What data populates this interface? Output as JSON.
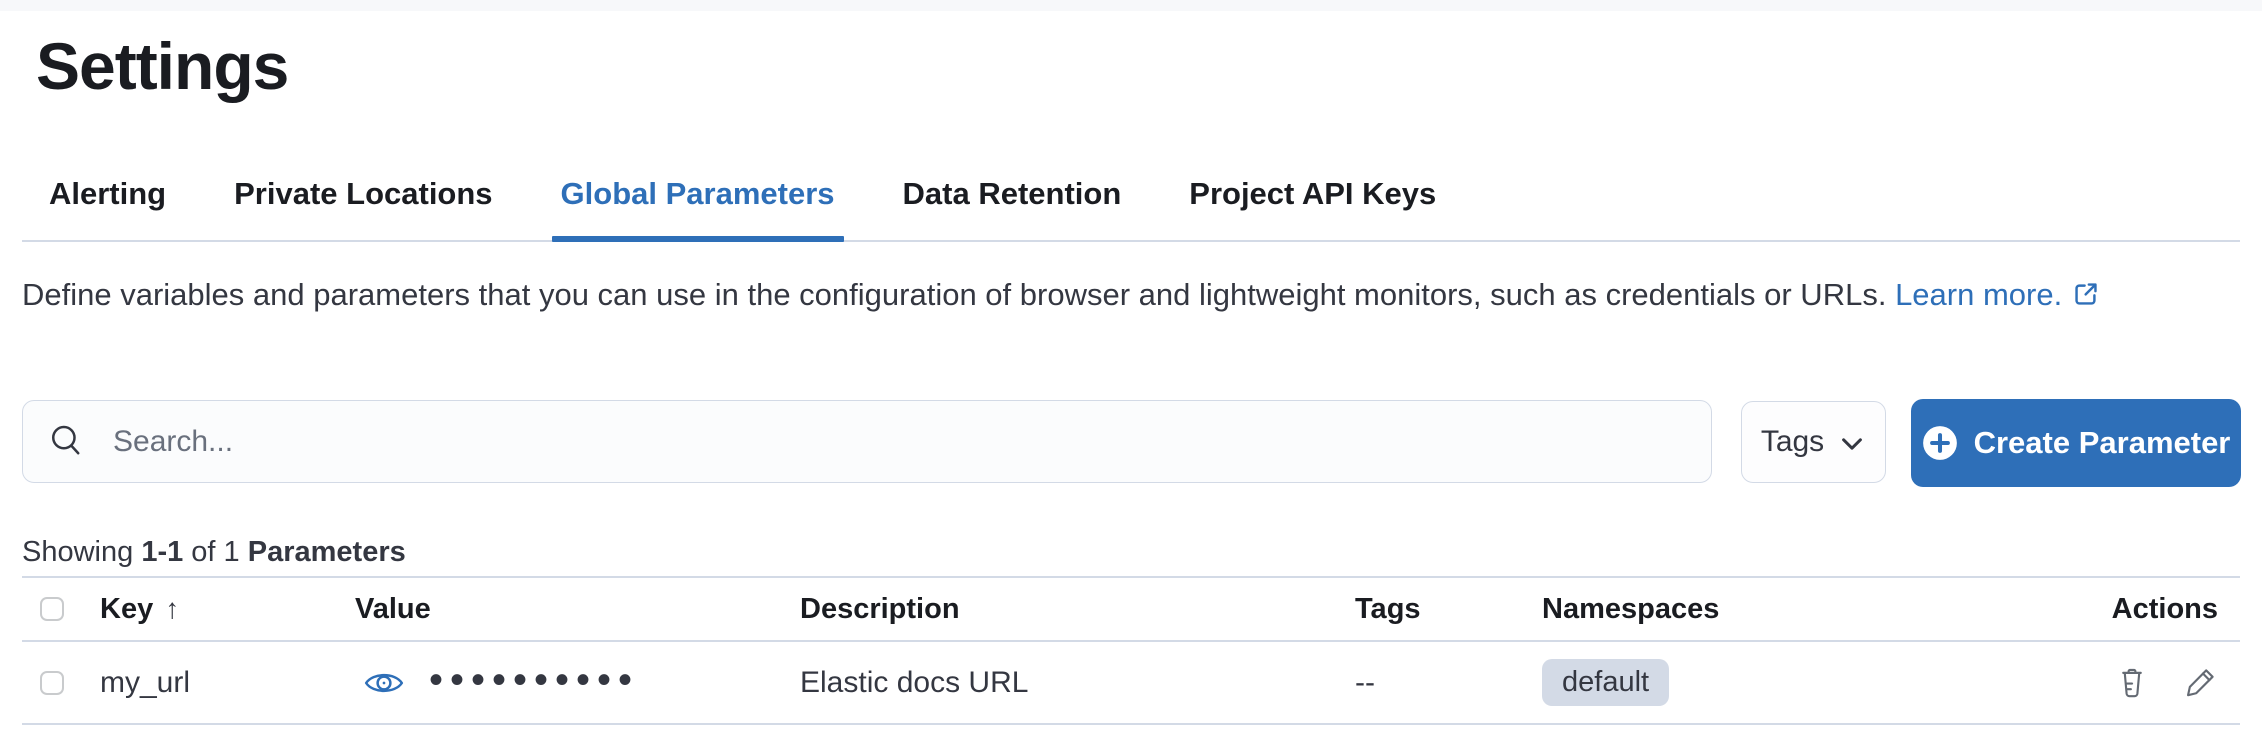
{
  "colors": {
    "accent": "#2e6fb8",
    "title": "#1a1c21",
    "text": "#343741",
    "subdued": "#69707d",
    "border": "#d3dae6",
    "badge_bg": "#d3dae6",
    "field_bg": "#fbfcfd",
    "icon": "#646a73"
  },
  "page_title": "Settings",
  "tabs": [
    {
      "label": "Alerting"
    },
    {
      "label": "Private Locations"
    },
    {
      "label": "Global Parameters"
    },
    {
      "label": "Data Retention"
    },
    {
      "label": "Project API Keys"
    }
  ],
  "description": {
    "text": "Define variables and parameters that you can use in the configuration of browser and lightweight monitors, such as credentials or URLs.",
    "link_label": "Learn more."
  },
  "toolbar": {
    "search_placeholder": "Search...",
    "tags_label": "Tags",
    "create_label": "Create Parameter"
  },
  "summary": {
    "showing": "Showing",
    "range": "1-1",
    "of": "of 1",
    "entity": "Parameters"
  },
  "table": {
    "headers": {
      "key": "Key",
      "sort_icon": "↑",
      "value": "Value",
      "description": "Description",
      "tags": "Tags",
      "namespaces": "Namespaces",
      "actions": "Actions"
    },
    "rows": [
      {
        "key": "my_url",
        "masked_value": "••••••••••",
        "description": "Elastic docs URL",
        "tags": "--",
        "namespace": "default"
      }
    ]
  }
}
